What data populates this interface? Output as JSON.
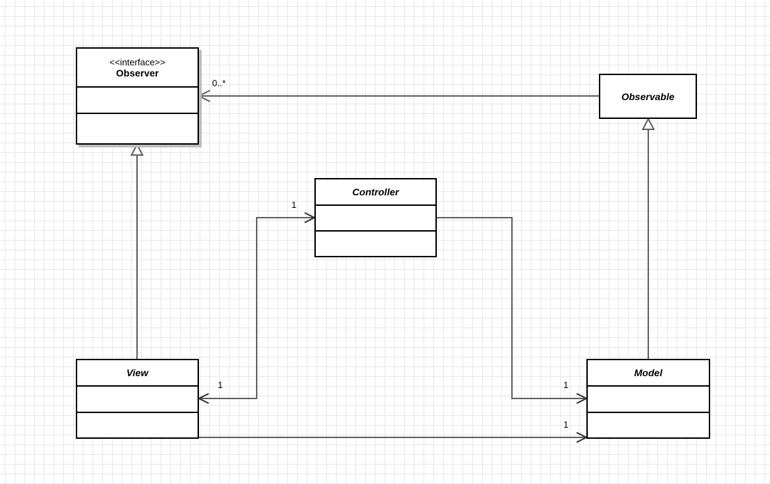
{
  "diagram": {
    "type": "uml-class-diagram",
    "classes": {
      "observer": {
        "stereotype": "<<interface>>",
        "name": "Observer"
      },
      "observable": {
        "name": "Observable"
      },
      "controller": {
        "name": "Controller"
      },
      "view": {
        "name": "View"
      },
      "model": {
        "name": "Model"
      }
    },
    "relations": [
      {
        "from": "Observable",
        "to": "Observer",
        "kind": "association",
        "multiplicity": "0..*"
      },
      {
        "from": "View",
        "to": "Observer",
        "kind": "realization"
      },
      {
        "from": "Model",
        "to": "Observable",
        "kind": "generalization"
      },
      {
        "from": "View",
        "to": "Controller",
        "kind": "association",
        "multiplicity": "1"
      },
      {
        "from": "Controller",
        "to": "View",
        "kind": "association",
        "multiplicity": "1"
      },
      {
        "from": "Controller",
        "to": "Model",
        "kind": "association",
        "multiplicity": "1"
      },
      {
        "from": "View",
        "to": "Model",
        "kind": "association",
        "multiplicity": "1"
      }
    ],
    "multiplicities": {
      "observer_end": "0..*",
      "controller_end": "1",
      "view_end": "1",
      "model_end_from_controller": "1",
      "model_end_from_view": "1"
    },
    "colors": {
      "line": "#606060",
      "border": "#000000",
      "grid": "#e6e6ef",
      "shadow": "#bdbdbd"
    }
  }
}
